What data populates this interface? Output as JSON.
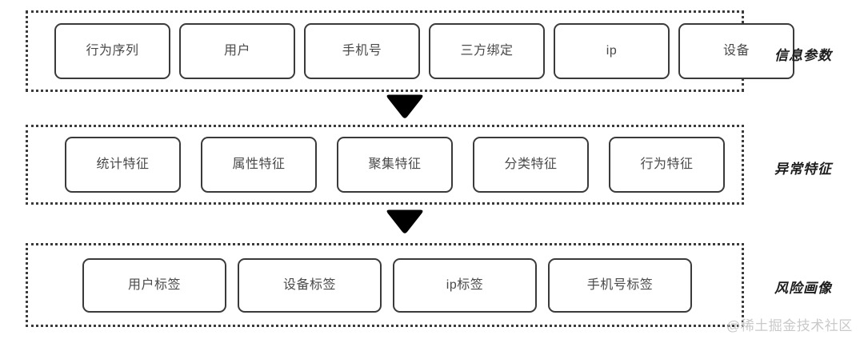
{
  "diagram": {
    "title": "risk-control-feature-pipeline",
    "accent_color": "#3a3a3a",
    "container_border_color": "#3b3b3b",
    "arrow_color": "#000000",
    "node_text_color": "#4a4a4a",
    "rows": [
      {
        "stage_label": "信息参数",
        "nodes": [
          {
            "label": "行为序列"
          },
          {
            "label": "用户"
          },
          {
            "label": "手机号"
          },
          {
            "label": "三方绑定"
          },
          {
            "label": "ip"
          },
          {
            "label": "设备"
          }
        ]
      },
      {
        "stage_label": "异常特征",
        "nodes": [
          {
            "label": "统计特征"
          },
          {
            "label": "属性特征"
          },
          {
            "label": "聚集特征"
          },
          {
            "label": "分类特征"
          },
          {
            "label": "行为特征"
          }
        ]
      },
      {
        "stage_label": "风险画像",
        "nodes": [
          {
            "label": "用户标签"
          },
          {
            "label": "设备标签"
          },
          {
            "label": "ip标签"
          },
          {
            "label": "手机号标签"
          }
        ]
      }
    ],
    "connectors": [
      {
        "icon": "triangle-down-icon",
        "from": "信息参数",
        "to": "异常特征"
      },
      {
        "icon": "triangle-down-icon",
        "from": "异常特征",
        "to": "风险画像"
      }
    ]
  },
  "watermark": {
    "text": "@稀土掘金技术社区",
    "color": "#c9c9c9"
  }
}
